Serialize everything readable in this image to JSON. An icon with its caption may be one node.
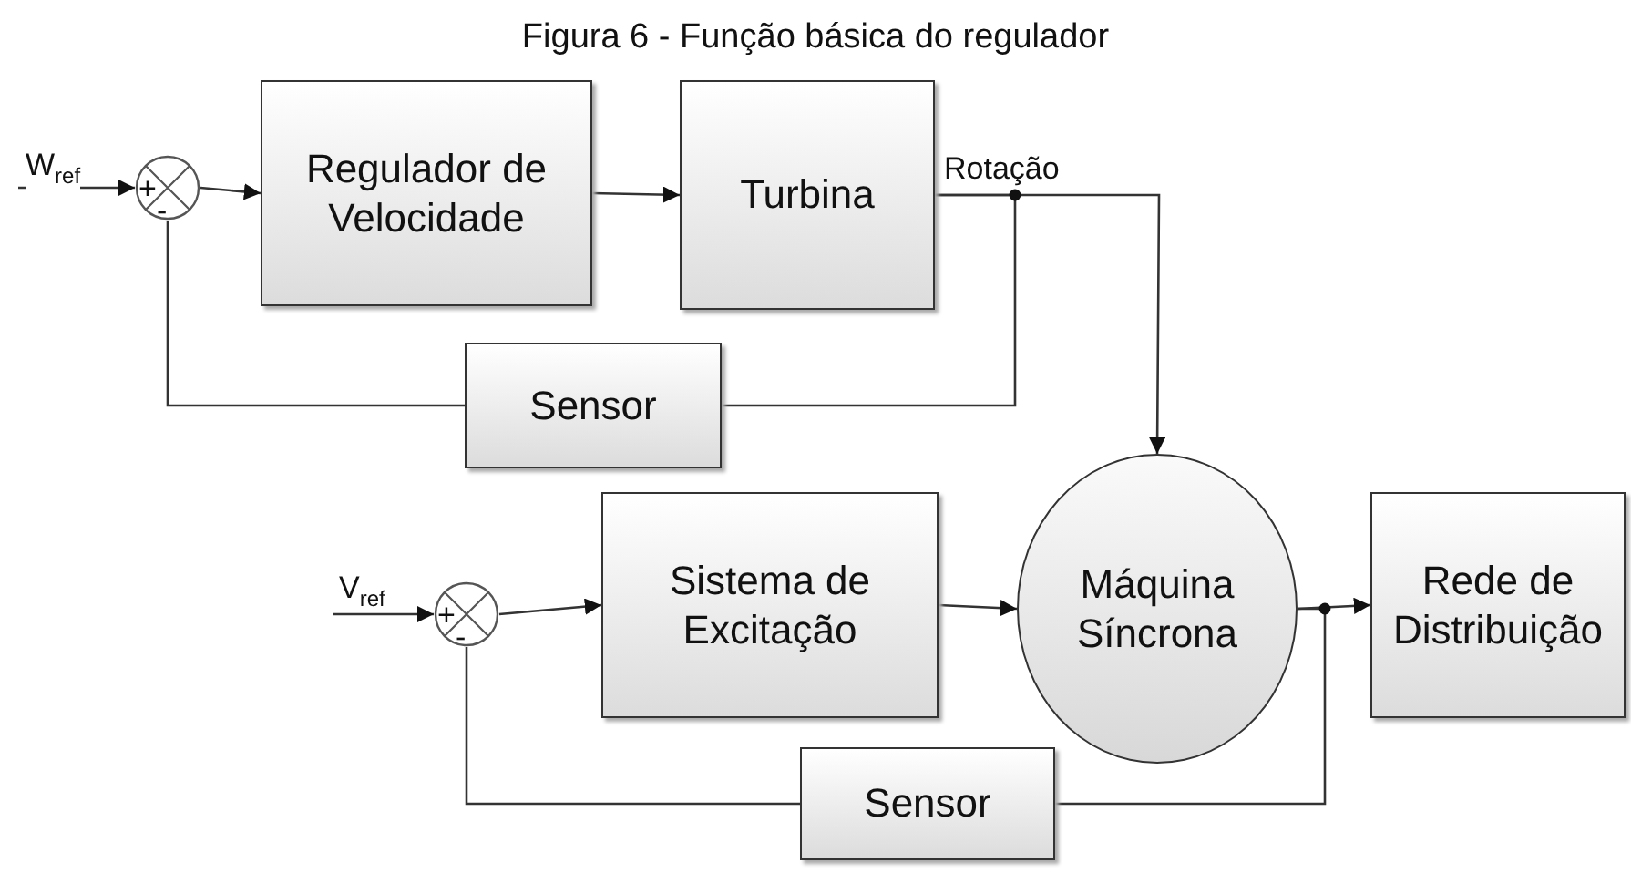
{
  "diagram": {
    "title": "Figura 6 - Função básica do regulador",
    "nodes": [
      {
        "text": [
          "+",
          "-"
        ]
      },
      {
        "text": [
          "Regulador de Velocidade"
        ]
      },
      {
        "text": [
          "Turbina"
        ]
      },
      {
        "text": [
          "Sensor"
        ]
      },
      {
        "text": [
          "+",
          "-"
        ]
      },
      {
        "text": [
          "Sistema de Excitação"
        ]
      },
      {
        "text": [
          "Máquina Síncrona"
        ]
      },
      {
        "text": [
          "Rede de Distribuição"
        ]
      },
      {
        "text": [
          "Sensor"
        ]
      }
    ],
    "edges": [
      {
        "from": null,
        "to": 0,
        "arrow": "to",
        "label": "W$_{ref}$"
      },
      {
        "from": 0,
        "to": 1,
        "arrow": "to"
      },
      {
        "from": 1,
        "to": 2,
        "arrow": "to"
      },
      {
        "from": 2,
        "to": 6,
        "arrow": "to",
        "label": "Rotação"
      },
      {
        "from": 2,
        "to": 3,
        "arrow": "none"
      },
      {
        "from": 3,
        "to": 0,
        "arrow": "none"
      },
      {
        "from": null,
        "to": 4,
        "arrow": "to",
        "label": "V$_{ref}$"
      },
      {
        "from": 4,
        "to": 5,
        "arrow": "to"
      },
      {
        "from": 5,
        "to": 6,
        "arrow": "to"
      },
      {
        "from": 6,
        "to": 7,
        "arrow": "to"
      },
      {
        "from": 6,
        "to": 8,
        "arrow": "none"
      },
      {
        "from": 8,
        "to": 4,
        "arrow": "none"
      }
    ]
  }
}
